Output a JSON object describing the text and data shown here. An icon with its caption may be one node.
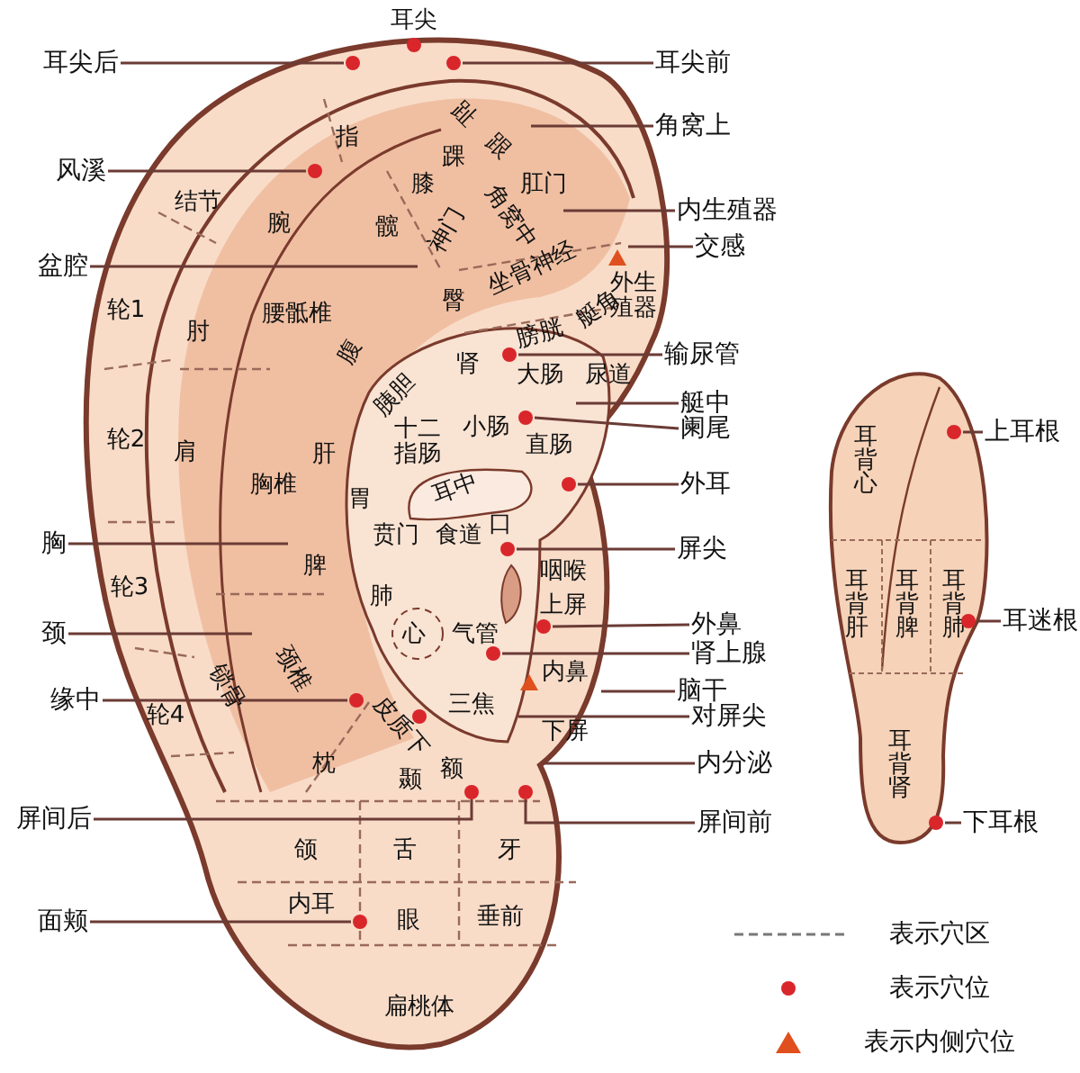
{
  "diagram": {
    "nodes": [
      {
        "text": [
          "耳尖后"
        ]
      },
      {
        "text": [
          "耳尖前"
        ]
      },
      {
        "text": [
          "角窝上"
        ]
      },
      {
        "text": [
          "风溪"
        ]
      },
      {
        "text": [
          "内生殖器"
        ]
      },
      {
        "text": [
          "交感"
        ]
      },
      {
        "text": [
          "盆腔"
        ]
      },
      {
        "text": [
          "输尿管"
        ]
      },
      {
        "text": [
          "艇中"
        ]
      },
      {
        "text": [
          "阑尾"
        ]
      },
      {
        "text": [
          "上耳根"
        ]
      },
      {
        "text": [
          "外耳"
        ]
      },
      {
        "text": [
          "胸"
        ]
      },
      {
        "text": [
          "屏尖"
        ]
      },
      {
        "text": [
          "耳迷根"
        ]
      },
      {
        "text": [
          "颈"
        ]
      },
      {
        "text": [
          "外鼻"
        ]
      },
      {
        "text": [
          "肾上腺"
        ]
      },
      {
        "text": [
          "脑干"
        ]
      },
      {
        "text": [
          "缘中"
        ]
      },
      {
        "text": [
          "对屏尖"
        ]
      },
      {
        "text": [
          "内分泌"
        ]
      },
      {
        "text": [
          "屏间后"
        ]
      },
      {
        "text": [
          "屏间前"
        ]
      },
      {
        "text": [
          "下耳根"
        ]
      },
      {
        "text": [
          "面颊"
        ]
      },
      {
        "text": [],
        "shape": "circle"
      },
      {
        "text": [],
        "shape": "circle"
      },
      {
        "text": [],
        "shape": "circle"
      },
      {
        "text": [],
        "shape": "triangle"
      },
      {
        "text": [],
        "shape": "circle"
      },
      {
        "text": [],
        "shape": "circle"
      },
      {
        "text": [],
        "shape": "circle"
      },
      {
        "text": [],
        "shape": "circle"
      },
      {
        "text": [],
        "shape": "circle"
      },
      {
        "text": [],
        "shape": "circle"
      },
      {
        "text": [],
        "shape": "circle"
      },
      {
        "text": [],
        "shape": "circle"
      },
      {
        "text": [],
        "shape": "circle"
      },
      {
        "text": [],
        "shape": "circle"
      },
      {
        "text": [],
        "shape": "circle"
      },
      {
        "text": [],
        "shape": "circle"
      },
      {
        "text": [],
        "shape": "circle"
      },
      {
        "text": [],
        "shape": "triangle"
      },
      {
        "text": [],
        "shape": "circle"
      },
      {
        "text": [],
        "shape": "circle"
      }
    ],
    "edges": [
      {
        "from": 0,
        "to": 26,
        "arrow": "none"
      },
      {
        "from": 1,
        "to": 27,
        "arrow": "none"
      },
      {
        "from": 2,
        "to": null,
        "arrow": "none"
      },
      {
        "from": 3,
        "to": 28,
        "arrow": "none"
      },
      {
        "from": 4,
        "to": null,
        "arrow": "none"
      },
      {
        "from": 5,
        "to": 29,
        "arrow": "none"
      },
      {
        "from": 6,
        "to": null,
        "arrow": "none"
      },
      {
        "from": 7,
        "to": 30,
        "arrow": "none"
      },
      {
        "from": 8,
        "to": null,
        "arrow": "none"
      },
      {
        "from": 9,
        "to": 31,
        "arrow": "none"
      },
      {
        "from": 10,
        "to": 40,
        "arrow": "none"
      },
      {
        "from": 11,
        "to": 32,
        "arrow": "none"
      },
      {
        "from": 12,
        "to": null,
        "arrow": "none"
      },
      {
        "from": 13,
        "to": 33,
        "arrow": "none"
      },
      {
        "from": 14,
        "to": 41,
        "arrow": "none"
      },
      {
        "from": 15,
        "to": null,
        "arrow": "none"
      },
      {
        "from": 16,
        "to": 34,
        "arrow": "none"
      },
      {
        "from": 17,
        "to": 35,
        "arrow": "none"
      },
      {
        "from": 18,
        "to": null,
        "arrow": "none"
      },
      {
        "from": 19,
        "to": 36,
        "arrow": "none"
      },
      {
        "from": 20,
        "to": null,
        "arrow": "none"
      },
      {
        "from": 21,
        "to": null,
        "arrow": "none"
      },
      {
        "from": 22,
        "to": 37,
        "arrow": "none"
      },
      {
        "from": 23,
        "to": 38,
        "arrow": "none"
      },
      {
        "from": 24,
        "to": 42,
        "arrow": "none"
      },
      {
        "from": 25,
        "to": 39,
        "arrow": "none"
      }
    ],
    "labels": [
      "耳尖",
      "指",
      "趾",
      "踝",
      "跟",
      "膝",
      "肛门",
      "结节",
      "角窝中",
      "腕",
      "髋",
      "神门",
      "外生殖器",
      "坐骨神经",
      "轮1",
      "腰骶椎",
      "臀",
      "肘",
      "膀胱",
      "艇角",
      "腹",
      "肾",
      "大肠",
      "尿道",
      "胰胆",
      "轮2",
      "肩",
      "肝",
      "十二指肠",
      "小肠",
      "直肠",
      "胸椎",
      "胃",
      "耳中",
      "贲门",
      "食道",
      "口",
      "脾",
      "咽喉",
      "轮3",
      "肺",
      "上屏",
      "心",
      "气管",
      "内鼻",
      "锁骨",
      "颈椎",
      "轮4",
      "三焦",
      "皮质下",
      "下屏",
      "枕",
      "颞",
      "额",
      "颌",
      "舌",
      "牙",
      "内耳",
      "眼",
      "垂前",
      "扁桃体",
      "耳背心",
      "耳背肝",
      "耳背脾",
      "耳背肺",
      "耳背肾"
    ],
    "legend": [
      {
        "text": "表示穴区"
      },
      {
        "text": "表示穴位"
      },
      {
        "text": "表示内侧穴位"
      }
    ]
  }
}
